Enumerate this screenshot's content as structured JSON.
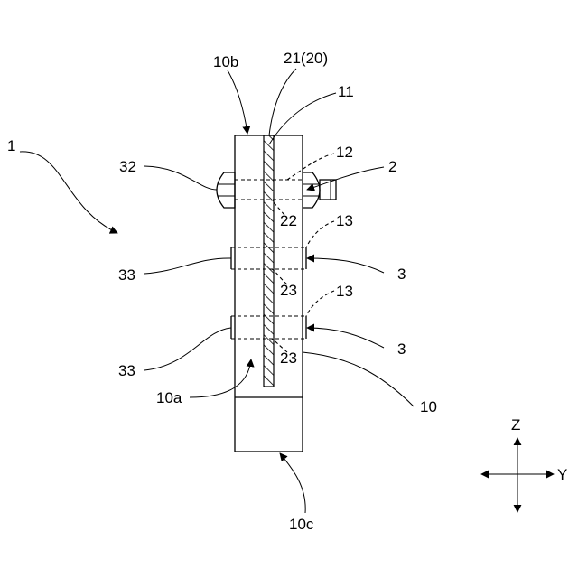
{
  "labels": {
    "assembly": "1",
    "top_face": "10b",
    "core": "21(20)",
    "part_11": "11",
    "part_12": "12",
    "bolt": "2",
    "nut": "32",
    "hole_22": "22",
    "part_13_upper": "13",
    "part_13_lower": "13",
    "clamp_upper": "3",
    "clamp_lower": "3",
    "band_upper": "33",
    "band_lower": "33",
    "hole_23_upper": "23",
    "hole_23_lower": "23",
    "inner_region": "10a",
    "body": "10",
    "bottom_face": "10c"
  },
  "axes": {
    "vertical": "Z",
    "horizontal": "Y"
  },
  "colors": {
    "line": "#000000",
    "background": "#ffffff"
  }
}
